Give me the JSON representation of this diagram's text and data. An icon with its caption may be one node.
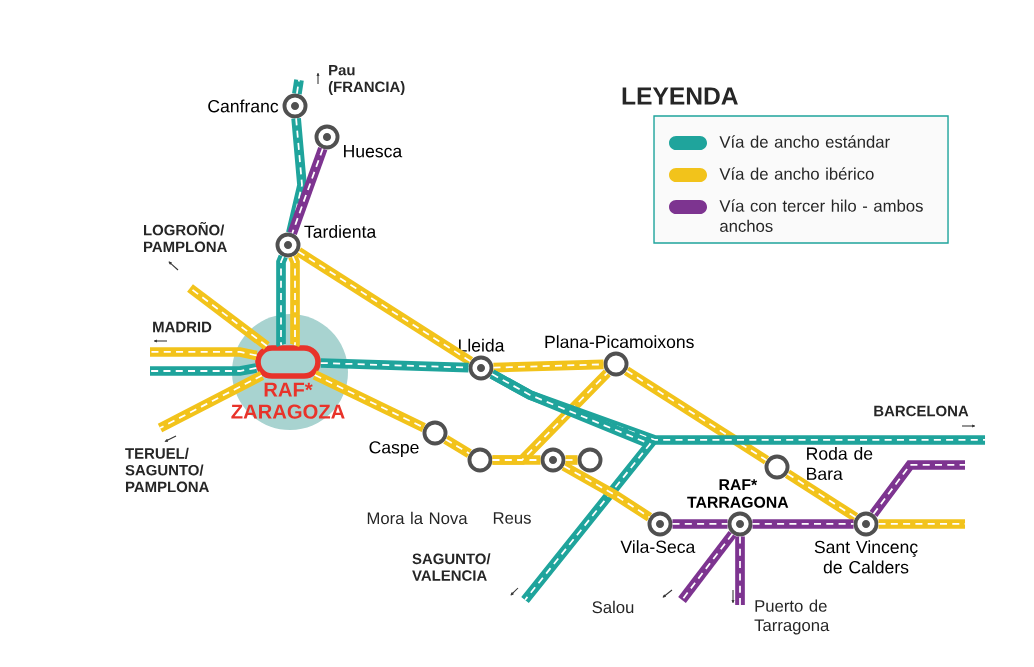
{
  "diagram": {
    "nodes": [
      {
        "text": [
          "Canfranc"
        ]
      },
      {
        "text": [
          "Huesca"
        ]
      },
      {
        "text": [
          "Tardienta"
        ]
      },
      {
        "text": [
          "RAF* ZARAGOZA"
        ]
      },
      {
        "text": [
          "Lleida"
        ]
      },
      {
        "text": [
          "Plana-Picamoixons"
        ]
      },
      {
        "text": [
          "Caspe"
        ]
      },
      {
        "text": [],
        "shape": "circle"
      },
      {
        "text": [],
        "shape": "circle"
      },
      {
        "text": [],
        "shape": "circle"
      },
      {
        "text": [
          "Vila-Seca"
        ]
      },
      {
        "text": [
          "RAF* TARRAGONA"
        ]
      },
      {
        "text": [
          "Roda de Bara"
        ]
      },
      {
        "text": [
          "Sant Vincenç de Calders"
        ]
      }
    ],
    "edges": [
      {
        "from": 0,
        "to": null,
        "arrow": "none",
        "color": "#1fa49c"
      },
      {
        "from": 0,
        "to": 2,
        "arrow": "none",
        "color": "#1fa49c"
      },
      {
        "from": 1,
        "to": 2,
        "arrow": "none",
        "color": "#7d3490"
      },
      {
        "from": 2,
        "to": 3,
        "arrow": "none",
        "color": "#1fa49c"
      },
      {
        "from": 2,
        "to": 4,
        "arrow": "none"
      },
      {
        "from": 3,
        "to": null,
        "arrow": "none"
      },
      {
        "from": 3,
        "to": null,
        "arrow": "none"
      },
      {
        "from": 3,
        "to": null,
        "arrow": "none",
        "color": "#1fa49c"
      },
      {
        "from": 3,
        "to": null,
        "arrow": "none"
      },
      {
        "from": 3,
        "to": 4,
        "arrow": "none",
        "color": "#1fa49c"
      },
      {
        "from": 3,
        "to": 6,
        "arrow": "none"
      },
      {
        "from": 6,
        "to": 7,
        "arrow": "none"
      },
      {
        "from": 7,
        "to": 8,
        "arrow": "none"
      },
      {
        "from": 8,
        "to": 9,
        "arrow": "none"
      },
      {
        "from": 7,
        "to": 5,
        "arrow": "none"
      },
      {
        "from": 4,
        "to": 5,
        "arrow": "none"
      },
      {
        "from": 5,
        "to": 12,
        "arrow": "none"
      },
      {
        "from": 12,
        "to": 13,
        "arrow": "none"
      },
      {
        "from": 4,
        "to": null,
        "arrow": "none",
        "color": "#1fa49c"
      },
      {
        "from": 4,
        "to": null,
        "arrow": "none",
        "color": "#1fa49c"
      },
      {
        "from": 8,
        "to": 10,
        "arrow": "none"
      },
      {
        "from": 10,
        "to": 11,
        "arrow": "none",
        "color": "#7d3490"
      },
      {
        "from": 11,
        "to": 13,
        "arrow": "none",
        "color": "#7d3490"
      },
      {
        "from": 11,
        "to": null,
        "arrow": "none",
        "color": "#7d3490"
      },
      {
        "from": 11,
        "to": null,
        "arrow": "none",
        "color": "#7d3490"
      },
      {
        "from": 13,
        "to": null,
        "arrow": "none",
        "color": "#7d3490"
      },
      {
        "from": 13,
        "to": null,
        "arrow": "none"
      },
      {
        "from": 2,
        "to": 3,
        "arrow": "none"
      }
    ],
    "labels": [
      "Pau (FRANCIA)",
      "LOGROÑO/ PAMPLONA",
      "MADRID",
      "TERUEL/ SAGUNTO/ PAMPLONA",
      "Mora la Nova",
      "Reus",
      "SAGUNTO/ VALENCIA",
      "Salou",
      "BARCELONA",
      "Puerto de Tarragona",
      "LEYENDA"
    ],
    "legend": [
      {
        "text": "Vía de ancho estándar",
        "color": "#1fa49c"
      },
      {
        "text": "Vía de ancho ibérico",
        "color": "#f2c31b"
      },
      {
        "text": "Vía con tercer hilo - ambos anchos",
        "color": "#7d3490"
      }
    ]
  }
}
